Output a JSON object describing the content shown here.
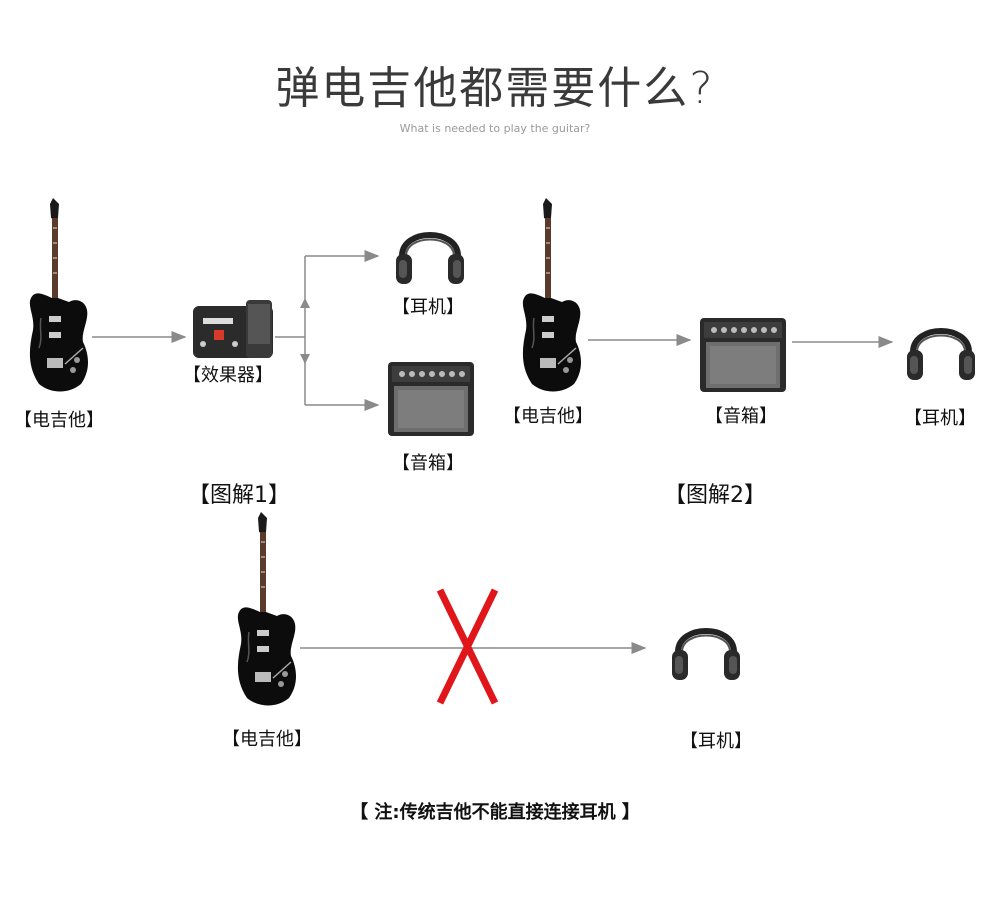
{
  "title": "弹电吉他都需要什么?",
  "subtitle": "What is needed to play the guitar?",
  "diagram1": {
    "guitar_label": "【电吉他】",
    "pedal_label": "【效果器】",
    "headphones_label": "【耳机】",
    "amp_label": "【音箱】",
    "caption": "【图解1】"
  },
  "diagram2": {
    "guitar_label": "【电吉他】",
    "amp_label": "【音箱】",
    "headphones_label": "【耳机】",
    "caption": "【图解2】"
  },
  "diagram3": {
    "guitar_label": "【电吉他】",
    "headphones_label": "【耳机】"
  },
  "note": "【 注:传统吉他不能直接连接耳机 】",
  "icons": [
    "guitar-icon",
    "effects-pedal-icon",
    "headphones-icon",
    "amplifier-icon",
    "cross-mark-icon"
  ],
  "colors": {
    "cross": "#e0161b",
    "arrow": "#8a8a8a"
  }
}
